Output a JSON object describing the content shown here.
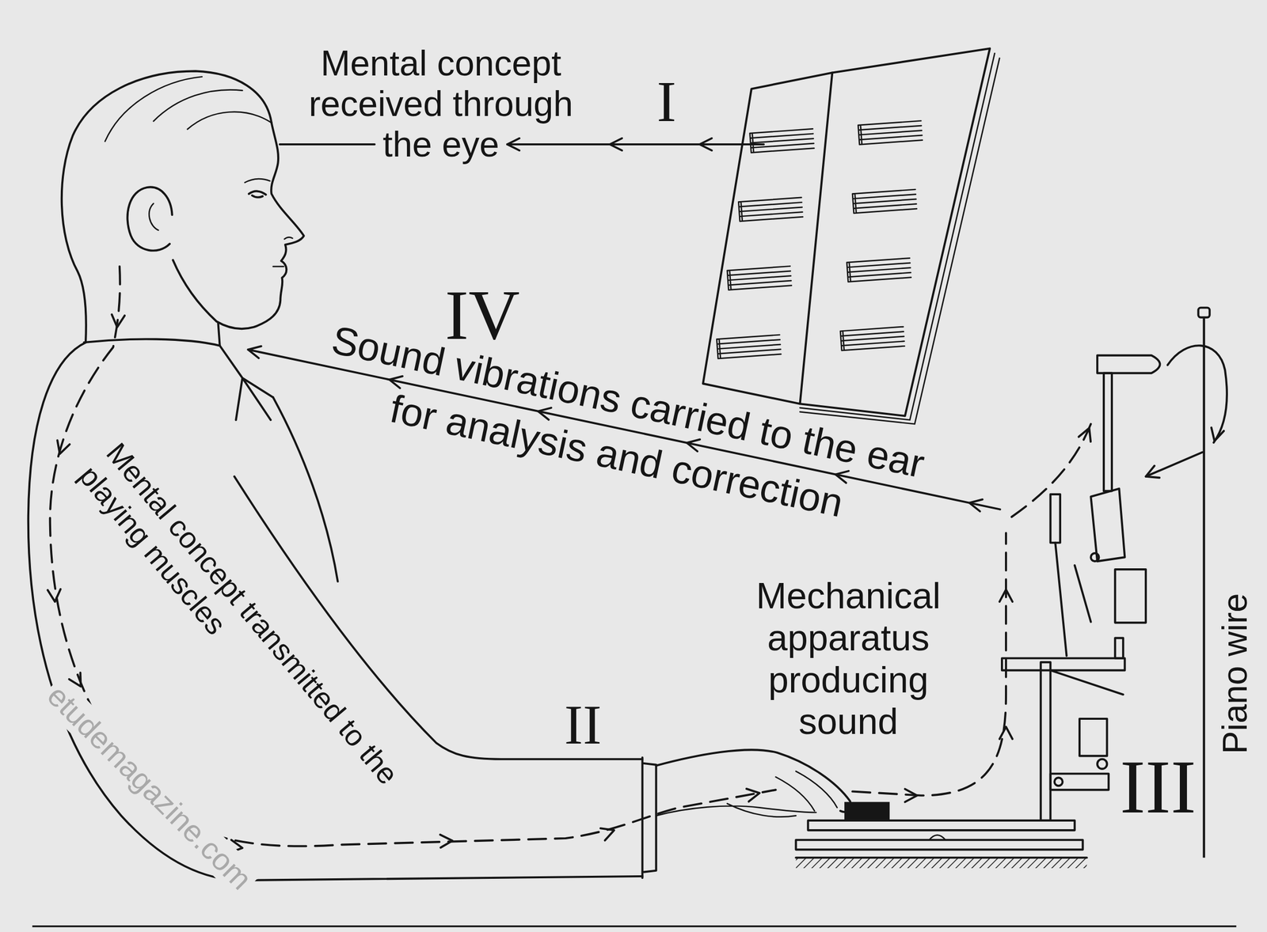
{
  "diagram": {
    "labels": [
      "Mental concept received through the eye",
      "I",
      "IV",
      "Sound vibrations carried to the ear for analysis and correction",
      "Mental concept transmitted to the playing muscles",
      "II",
      "Mechanical apparatus producing sound",
      "III",
      "Piano wire",
      "etudemagazine.com"
    ]
  }
}
